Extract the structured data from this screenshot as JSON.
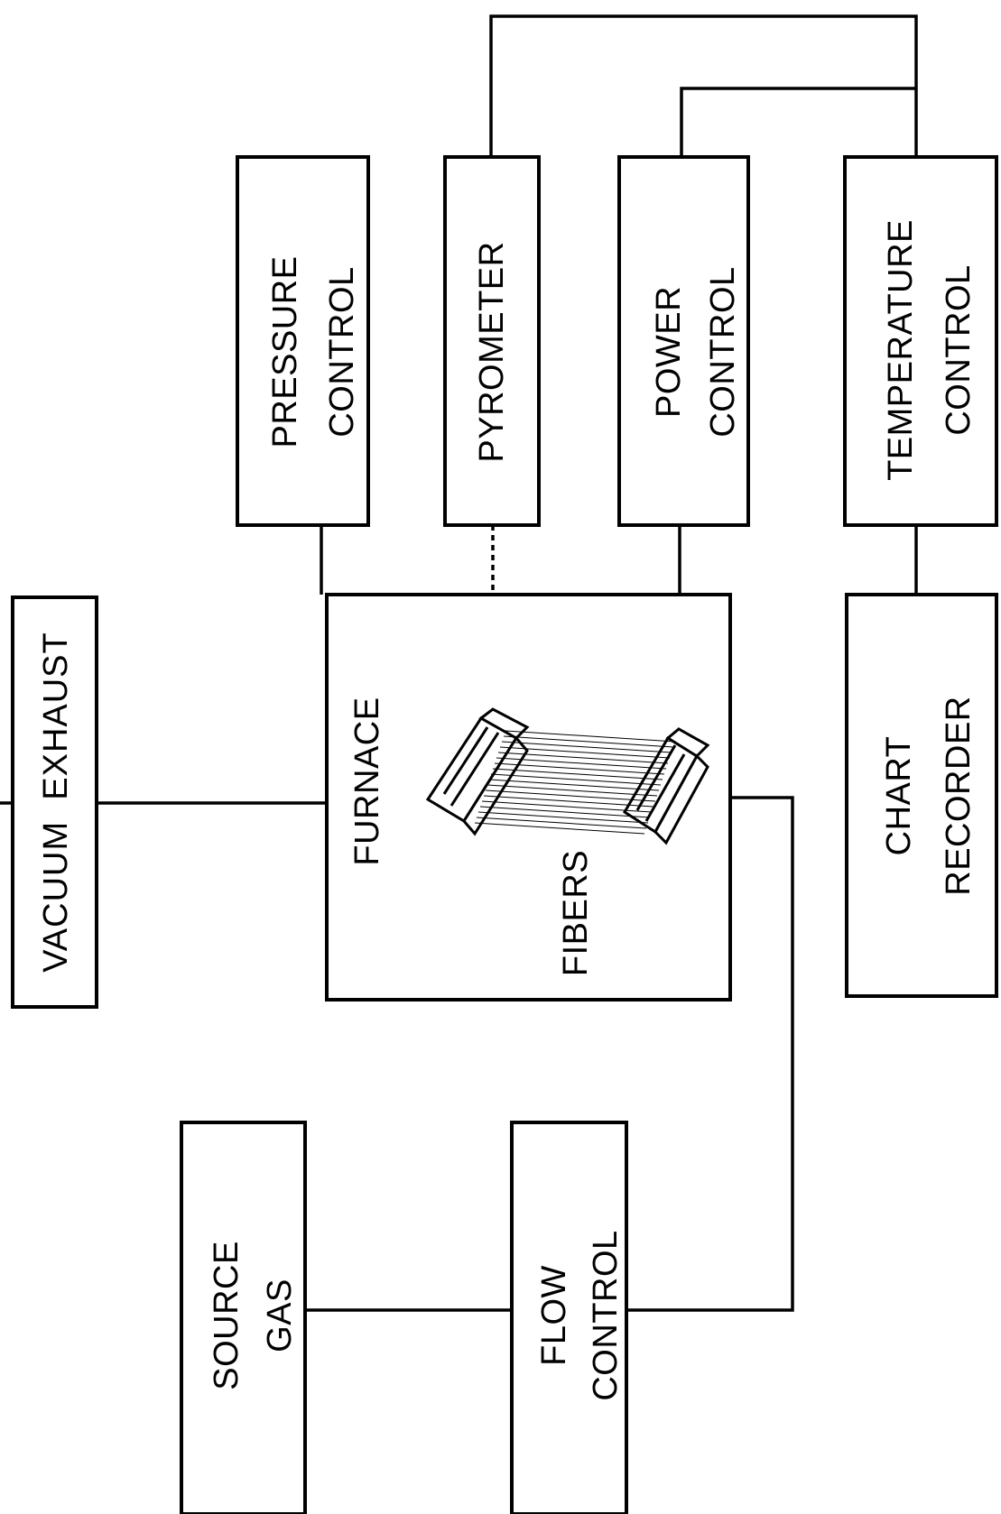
{
  "diagram": {
    "boxes": {
      "vacuum_exhaust": {
        "line1": "VACUUM  EXHAUST"
      },
      "pressure_control": {
        "line1": "PRESSURE",
        "line2": "CONTROL"
      },
      "pyrometer": {
        "line1": "PYROMETER"
      },
      "power_control": {
        "line1": "POWER",
        "line2": "CONTROL"
      },
      "temperature_control": {
        "line1": "TEMPERATURE",
        "line2": "CONTROL"
      },
      "chart_recorder": {
        "line1": "CHART",
        "line2": "RECORDER"
      },
      "furnace": {
        "label": "FURNACE",
        "inner_label": "FIBERS"
      },
      "source_gas": {
        "line1": "SOURCE",
        "line2": "GAS"
      },
      "flow_control": {
        "line1": "FLOW",
        "line2": "CONTROL"
      }
    },
    "connections": [
      {
        "from": "vacuum_exhaust",
        "to": "furnace",
        "style": "solid"
      },
      {
        "from": "pressure_control",
        "to": "furnace",
        "style": "solid"
      },
      {
        "from": "pyrometer",
        "to": "furnace",
        "style": "dashed"
      },
      {
        "from": "power_control",
        "to": "furnace",
        "style": "solid"
      },
      {
        "from": "pyrometer",
        "to": "temperature_control",
        "style": "solid"
      },
      {
        "from": "power_control",
        "to": "temperature_control",
        "style": "solid"
      },
      {
        "from": "temperature_control",
        "to": "chart_recorder",
        "style": "solid"
      },
      {
        "from": "source_gas",
        "to": "flow_control",
        "style": "solid"
      },
      {
        "from": "flow_control",
        "to": "furnace",
        "style": "solid"
      }
    ]
  }
}
